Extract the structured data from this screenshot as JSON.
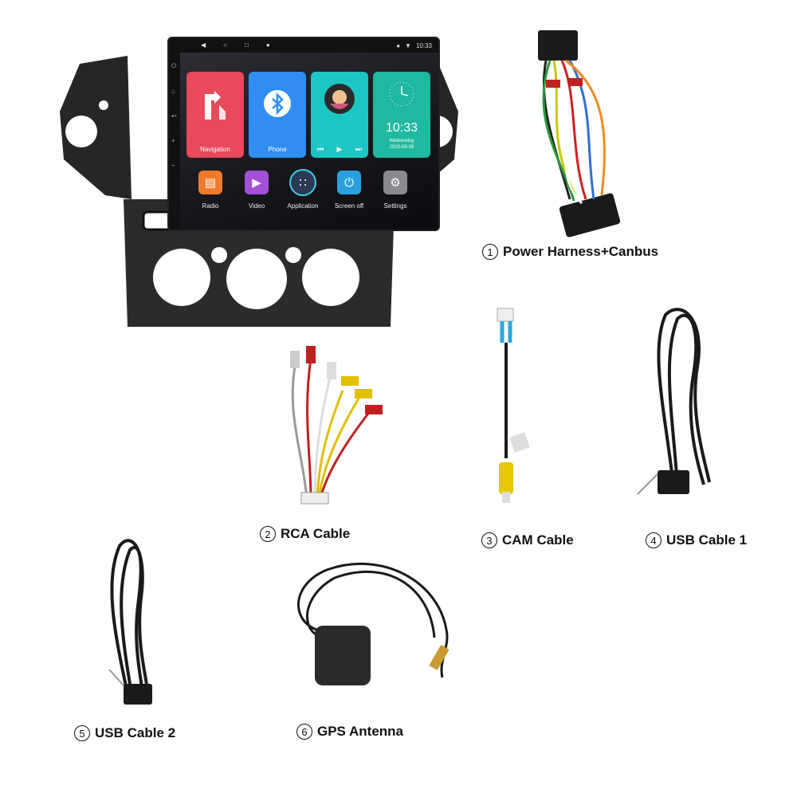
{
  "screen": {
    "status_time": "10:33",
    "tiles": [
      {
        "label": "Navigation",
        "icon": "navigation-arrow-icon",
        "color": "#e8495b"
      },
      {
        "label": "Phone",
        "icon": "bluetooth-icon",
        "color": "#2f8ef0"
      },
      {
        "label": "",
        "icon": "music-player-icon",
        "color": "#1cc6c3"
      },
      {
        "label": "",
        "icon": "clock-icon",
        "color": "#1fb8a0"
      }
    ],
    "clock": {
      "time": "10:33",
      "day": "Wednesday",
      "date": "2020-09-09"
    },
    "dock": [
      {
        "label": "Radio",
        "icon": "radio-icon",
        "color": "#f07a2c"
      },
      {
        "label": "Video",
        "icon": "video-icon",
        "color": "#a44fd8"
      },
      {
        "label": "Application",
        "icon": "apps-grid-icon",
        "color": "#2a3a55"
      },
      {
        "label": "Screen off",
        "icon": "power-icon",
        "color": "#2aa0e0"
      },
      {
        "label": "Settings",
        "icon": "gear-icon",
        "color": "#8a8a90"
      }
    ]
  },
  "items": [
    {
      "num": "1",
      "label": "Power Harness+Canbus"
    },
    {
      "num": "2",
      "label": "RCA Cable"
    },
    {
      "num": "3",
      "label": "CAM Cable"
    },
    {
      "num": "4",
      "label": "USB Cable 1"
    },
    {
      "num": "5",
      "label": "USB Cable 2"
    },
    {
      "num": "6",
      "label": "GPS Antenna"
    }
  ]
}
